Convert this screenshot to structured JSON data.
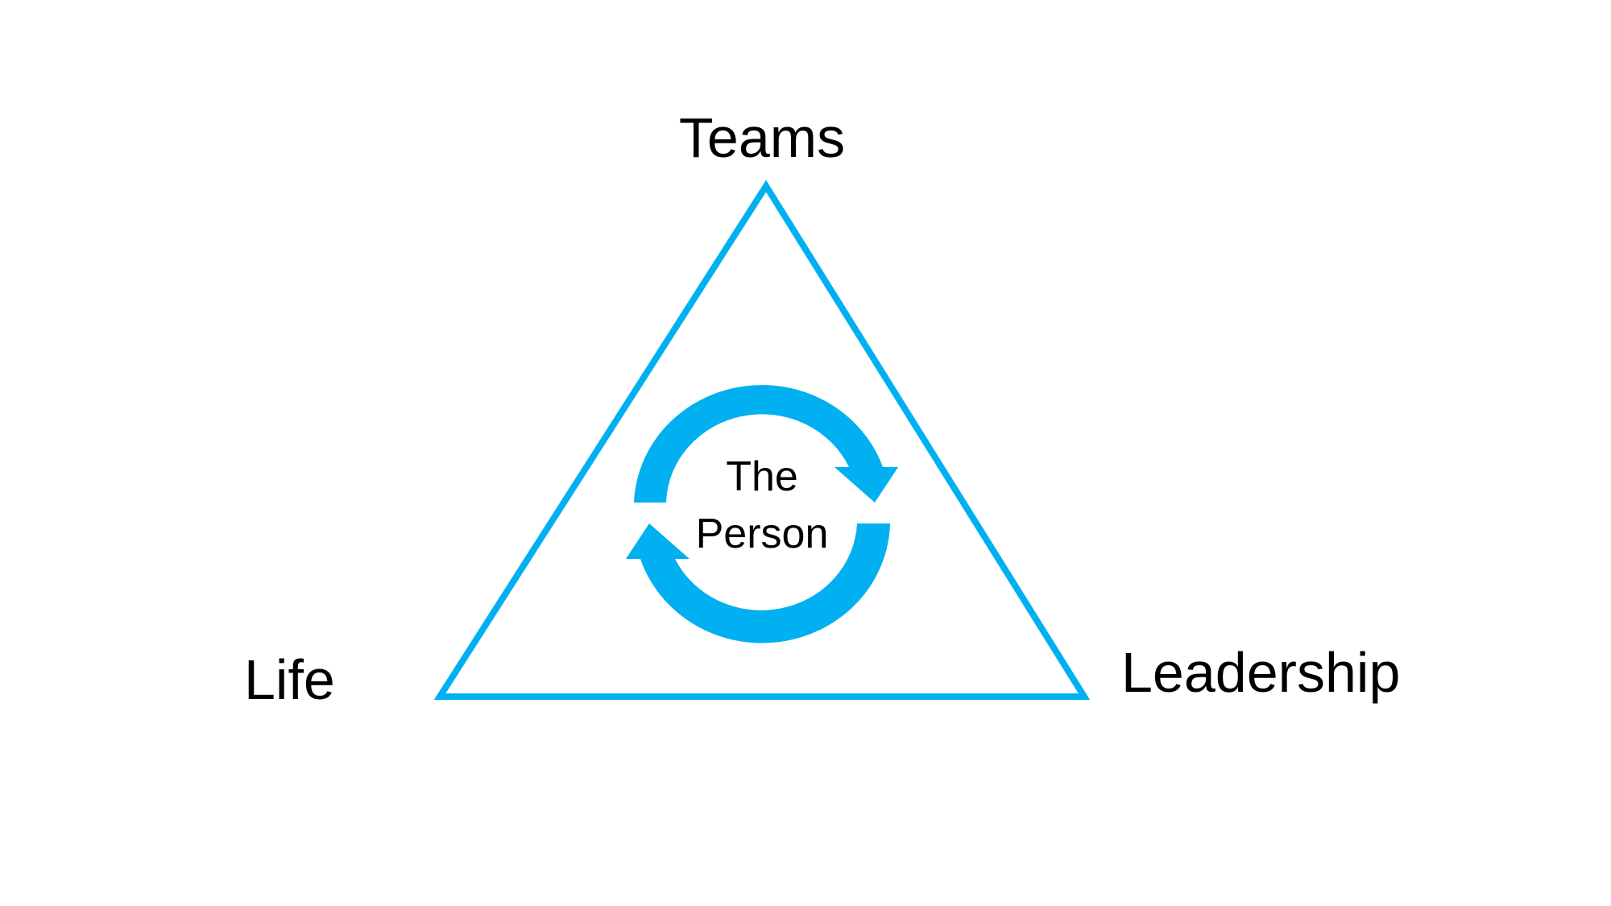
{
  "diagram": {
    "top_label": "Teams",
    "left_label": "Life",
    "right_label": "Leadership",
    "center_line1": "The",
    "center_line2": "Person"
  },
  "colors": {
    "accent": "#00B0F0",
    "text": "#000000",
    "background": "#FFFFFF"
  },
  "icons": [
    "triangle-outline",
    "cycle-arrows-icon"
  ]
}
